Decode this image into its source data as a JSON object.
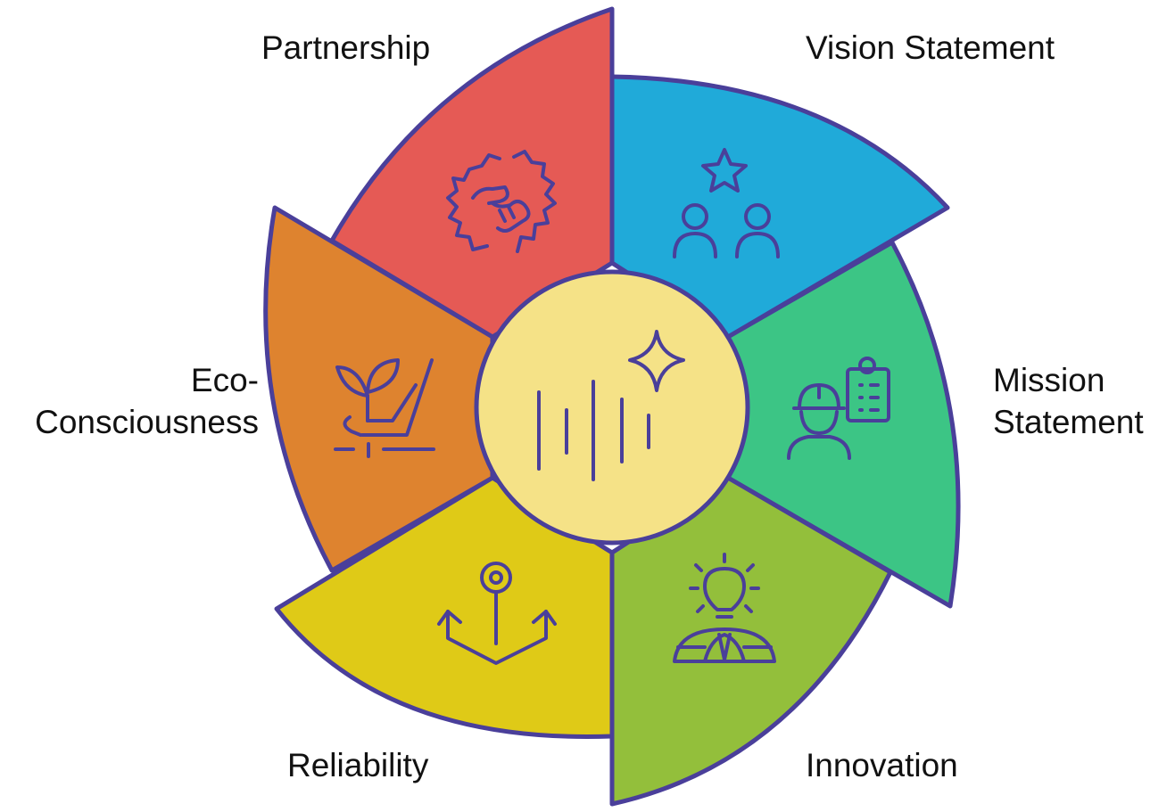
{
  "diagram": {
    "title": "",
    "outline_color": "#4a3f9a",
    "center": {
      "icon": "sparkle-waveform-icon",
      "color": "#f5e287"
    },
    "segments": [
      {
        "key": "partnership",
        "label_lines": [
          "Partnership"
        ],
        "icon": "handshake-icon",
        "color": "#e55a55"
      },
      {
        "key": "vision",
        "label_lines": [
          "Vision Statement"
        ],
        "icon": "team-star-icon",
        "color": "#20aad9"
      },
      {
        "key": "mission",
        "label_lines": [
          "Mission",
          "Statement"
        ],
        "icon": "worker-clipboard-icon",
        "color": "#3cc585"
      },
      {
        "key": "innovation",
        "label_lines": [
          "Innovation"
        ],
        "icon": "lightbulb-globe-icon",
        "color": "#93bf3b"
      },
      {
        "key": "reliability",
        "label_lines": [
          "Reliability"
        ],
        "icon": "anchor-icon",
        "color": "#dfca17"
      },
      {
        "key": "eco",
        "label_lines": [
          "Eco-",
          "Consciousness"
        ],
        "icon": "plant-hand-icon",
        "color": "#de832f"
      }
    ]
  }
}
